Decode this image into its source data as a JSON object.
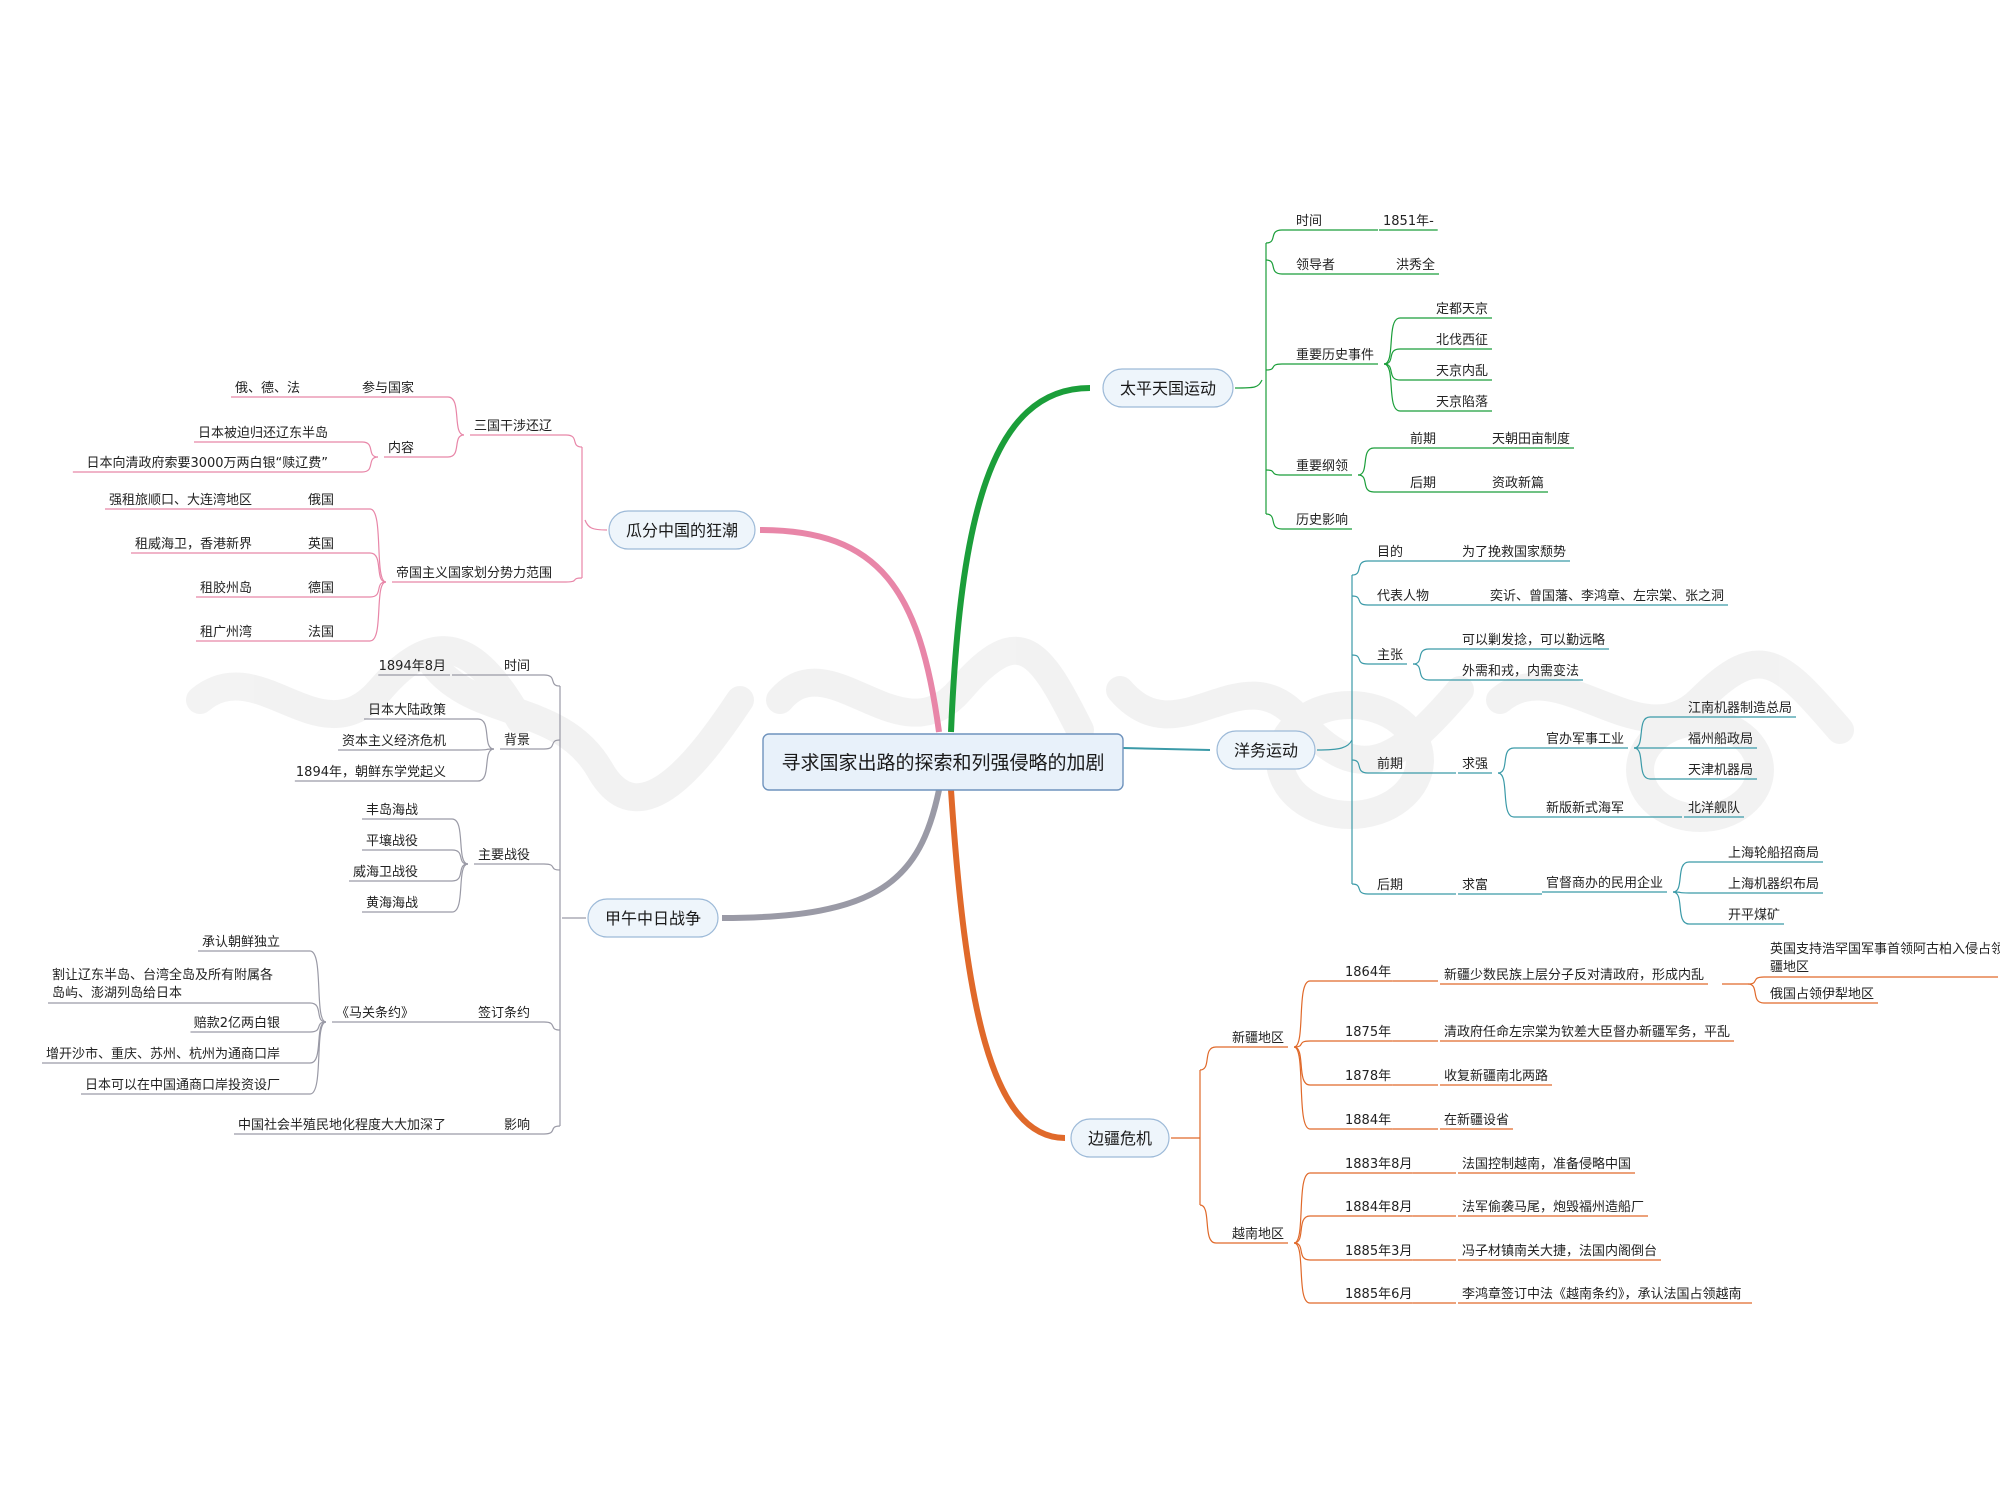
{
  "root": {
    "label": "寻求国家出路的探索和列强侵略的加剧"
  },
  "colors": {
    "taiping": "#1b9e3a",
    "yangwu": "#3b9aa8",
    "border": "#e0692a",
    "guafen": "#e886a8",
    "jiawu": "#9a9aa6"
  },
  "taiping": {
    "label": "太平天国运动",
    "time_label": "时间",
    "time_value": "1851年-",
    "leader_label": "领导者",
    "leader_value": "洪秀全",
    "events_label": "重要历史事件",
    "events": [
      "定都天京",
      "北伐西征",
      "天京内乱",
      "天京陷落"
    ],
    "program_label": "重要纲领",
    "early_label": "前期",
    "early_value": "天朝田亩制度",
    "late_label": "后期",
    "late_value": "资政新篇",
    "influence_label": "历史影响"
  },
  "yangwu": {
    "label": "洋务运动",
    "goal_label": "目的",
    "goal_value": "为了挽救国家颓势",
    "people_label": "代表人物",
    "people_value": "奕䜣、曾国藩、李鸿章、左宗棠、张之洞",
    "claim_label": "主张",
    "claims": [
      "可以剿发捻，可以勤远略",
      "外需和戎，内需变法"
    ],
    "early_label": "前期",
    "qiang_label": "求强",
    "military_label": "官办军事工业",
    "military": [
      "江南机器制造总局",
      "福州船政局",
      "天津机器局"
    ],
    "navy_label": "新版新式海军",
    "navy_value": "北洋舰队",
    "late_label": "后期",
    "fu_label": "求富",
    "civil_label": "官督商办的民用企业",
    "civil": [
      "上海轮船招商局",
      "上海机器织布局",
      "开平煤矿"
    ]
  },
  "border": {
    "label": "边疆危机",
    "xinjiang_label": "新疆地区",
    "xj": [
      {
        "year": "1864年",
        "text": "新疆少数民族上层分子反对清政府，形成内乱"
      },
      {
        "year": "1875年",
        "text": "清政府任命左宗棠为钦差大臣督办新疆军务，平乱"
      },
      {
        "year": "1878年",
        "text": "收复新疆南北两路"
      },
      {
        "year": "1884年",
        "text": "在新疆设省"
      }
    ],
    "xj_sub": [
      "英国支持浩罕国军事首领阿古柏入侵占领南疆和北疆地区",
      "俄国占领伊犁地区"
    ],
    "vietnam_label": "越南地区",
    "vn": [
      {
        "year": "1883年8月",
        "text": "法国控制越南，准备侵略中国"
      },
      {
        "year": "1884年8月",
        "text": "法军偷袭马尾，炮毁福州造船厂"
      },
      {
        "year": "1885年3月",
        "text": "冯子材镇南关大捷，法国内阁倒台"
      },
      {
        "year": "1885年6月",
        "text": "李鸿章签订中法《越南条约》，承认法国占领越南"
      }
    ]
  },
  "guafen": {
    "label": "瓜分中国的狂潮",
    "sanguo_label": "三国干涉还辽",
    "countries_label": "参与国家",
    "countries_value": "俄、德、法",
    "content_label": "内容",
    "contents": [
      "日本被迫归还辽东半岛",
      "日本向清政府索要3000万两白银“赎辽费”"
    ],
    "sphere_label": "帝国主义国家划分势力范围",
    "spheres": [
      {
        "country": "俄国",
        "area": "强租旅顺口、大连湾地区"
      },
      {
        "country": "英国",
        "area": "租威海卫，香港新界"
      },
      {
        "country": "德国",
        "area": "租胶州岛"
      },
      {
        "country": "法国",
        "area": "租广州湾"
      }
    ]
  },
  "jiawu": {
    "label": "甲午中日战争",
    "time_label": "时间",
    "time_value": "1894年8月",
    "bg_label": "背景",
    "bgs": [
      "日本大陆政策",
      "资本主义经济危机",
      "1894年，朝鲜东学党起义"
    ],
    "battle_label": "主要战役",
    "battles": [
      "丰岛海战",
      "平壤战役",
      "威海卫战役",
      "黄海海战"
    ],
    "treaty_label": "签订条约",
    "treaty_name": "《马关条约》",
    "treaty_items": [
      "承认朝鲜独立",
      "割让辽东半岛、台湾全岛及所有附属各",
      "岛屿、澎湖列岛给日本",
      "赔款2亿两白银",
      "增开沙市、重庆、苏州、杭州为通商口岸",
      "日本可以在中国通商口岸投资设厂"
    ],
    "impact_label": "影响",
    "impact_value": "中国社会半殖民地化程度大大加深了"
  }
}
